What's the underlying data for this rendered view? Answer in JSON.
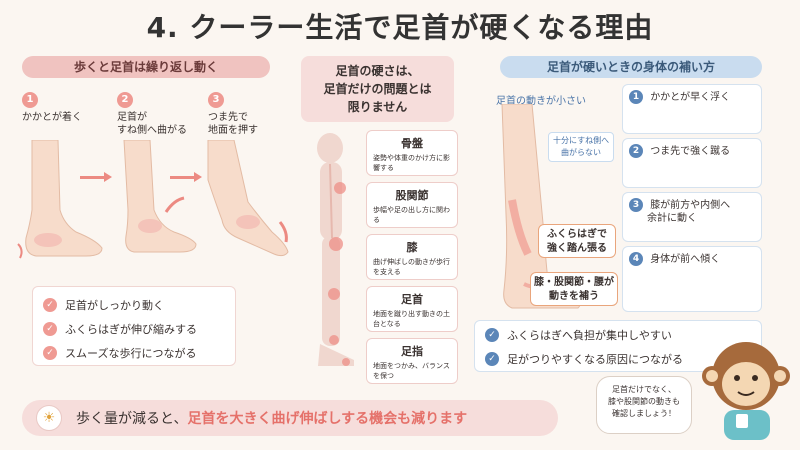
{
  "title": "4. クーラー生活で足首が硬くなる理由",
  "left": {
    "heading": "歩くと足首は繰り返し動く",
    "steps": [
      {
        "num": "1",
        "text": "かかとが着く"
      },
      {
        "num": "2",
        "text_line1": "足首が",
        "text_line2": "すね側へ曲がる"
      },
      {
        "num": "3",
        "text_line1": "つま先で",
        "text_line2": "地面を押す"
      }
    ],
    "checks": [
      "足首がしっかり動く",
      "ふくらはぎが伸び縮みする",
      "スムーズな歩行につながる"
    ]
  },
  "bottom": {
    "prefix": "歩く量が減ると、",
    "highlight": "足首を大きく曲げ伸ばしする機会も減ります"
  },
  "middle": {
    "speech_line1": "足首の硬さは、",
    "speech_line2": "足首だけの問題とは",
    "speech_line3": "限りません",
    "cards": [
      {
        "title": "骨盤",
        "desc": "姿勢や体重のかけ方に影響する"
      },
      {
        "title": "股関節",
        "desc": "歩幅や足の出し方に関わる"
      },
      {
        "title": "膝",
        "desc": "曲げ伸ばしの動きが歩行を支える"
      },
      {
        "title": "足首",
        "desc": "地面を蹴り出す動きの土台となる"
      },
      {
        "title": "足指",
        "desc": "地面をつかみ、バランスを保つ"
      }
    ]
  },
  "right": {
    "heading": "足首が硬いときの身体の補い方",
    "small_motion": "足首の動きが小さい",
    "bend_note_line1": "十分にすね側へ",
    "bend_note_line2": "曲がらない",
    "callout1_line1": "ふくらはぎで",
    "callout1_line2": "強く踏ん張る",
    "callout2_line1": "膝・股関節・腰が",
    "callout2_line2": "動きを補う",
    "items": [
      {
        "num": "1",
        "text": "かかとが早く浮く"
      },
      {
        "num": "2",
        "text": "つま先で強く蹴る"
      },
      {
        "num": "3",
        "text_line1": "膝が前方や内側へ",
        "text_line2": "余計に動く"
      },
      {
        "num": "4",
        "text": "身体が前へ傾く"
      }
    ],
    "checks": [
      "ふくらはぎへ負担が集中しやすい",
      "足がつりやすくなる原因につながる"
    ]
  },
  "mascot": {
    "line1": "足首だけでなく、",
    "line2": "膝や股関節の動きも",
    "line3": "確認しましょう！"
  },
  "colors": {
    "pink": "#ef9a93",
    "blue": "#5b86b8",
    "skin": "#f7dccb"
  }
}
